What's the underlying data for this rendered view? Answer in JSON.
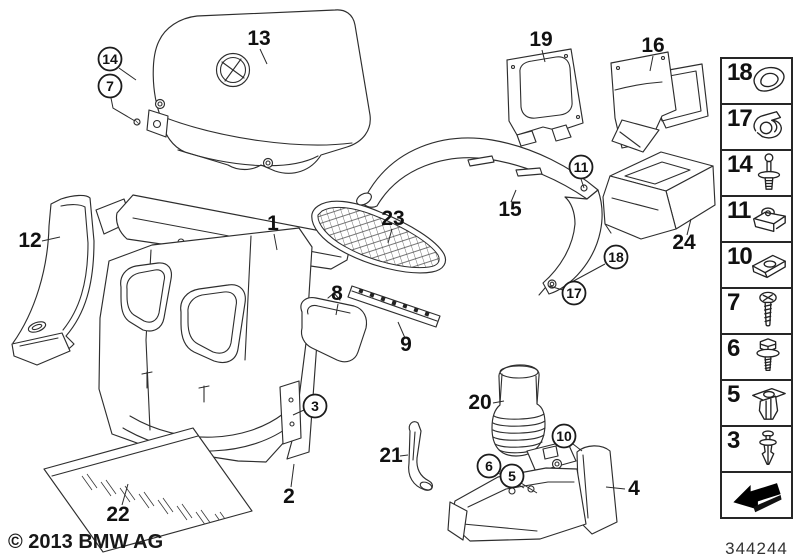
{
  "diagram": {
    "description_labels_note": "BMW exploded parts diagram callout numbers",
    "callouts": {
      "plain": [
        {
          "label": "13"
        },
        {
          "label": "19"
        },
        {
          "label": "16"
        },
        {
          "label": "12"
        },
        {
          "label": "1"
        },
        {
          "label": "23"
        },
        {
          "label": "15"
        },
        {
          "label": "24"
        },
        {
          "label": "8"
        },
        {
          "label": "9"
        },
        {
          "label": "20"
        },
        {
          "label": "21"
        },
        {
          "label": "2"
        },
        {
          "label": "22"
        },
        {
          "label": "4"
        }
      ],
      "circled": [
        {
          "label": "14"
        },
        {
          "label": "7"
        },
        {
          "label": "11"
        },
        {
          "label": "18"
        },
        {
          "label": "17"
        },
        {
          "label": "3"
        },
        {
          "label": "10"
        },
        {
          "label": "6"
        },
        {
          "label": "5"
        }
      ]
    }
  },
  "sidebar": {
    "items": [
      {
        "label": "18",
        "icon": "grommet-icon"
      },
      {
        "label": "17",
        "icon": "cable-clip-icon"
      },
      {
        "label": "14",
        "icon": "push-rivet-icon"
      },
      {
        "label": "11",
        "icon": "cage-nut-icon"
      },
      {
        "label": "10",
        "icon": "clip-nut-icon"
      },
      {
        "label": "7",
        "icon": "screw-icon"
      },
      {
        "label": "6",
        "icon": "bolt-washer-icon"
      },
      {
        "label": "5",
        "icon": "expansion-nut-icon"
      },
      {
        "label": "3",
        "icon": "expansion-rivet-icon"
      }
    ]
  },
  "footer": {
    "copyright": "© 2013 BMW AG",
    "diagram_number": "344244"
  },
  "colors": {
    "background": "#ffffff",
    "line": "#2e2e2e",
    "text": "#111111"
  }
}
